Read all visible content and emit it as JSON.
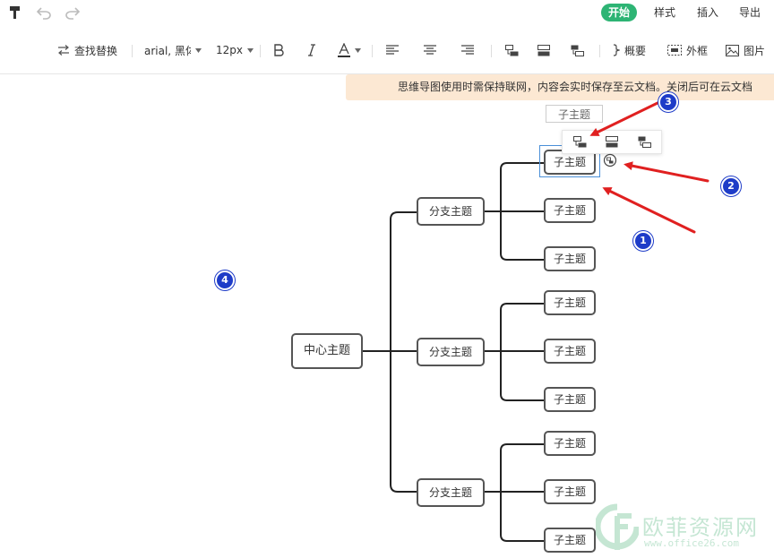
{
  "header": {
    "tabs": [
      {
        "label": "开始",
        "active": true
      },
      {
        "label": "样式",
        "active": false
      },
      {
        "label": "插入",
        "active": false
      },
      {
        "label": "导出",
        "active": false
      }
    ]
  },
  "toolbar": {
    "find_replace": "查找替换",
    "font": "arial, 黑体",
    "font_size": "12px",
    "summary": "概要",
    "outer_frame": "外框",
    "image": "图片"
  },
  "banner": {
    "text": "思维导图使用时需保持联网，内容会实时保存至云文档。关闭后可在云文档"
  },
  "mindmap": {
    "center": "中心主题",
    "branches": [
      {
        "label": "分支主题",
        "children": [
          "子主题",
          "子主题",
          "子主题"
        ]
      },
      {
        "label": "分支主题",
        "children": [
          "子主题",
          "子主题",
          "子主题"
        ]
      },
      {
        "label": "分支主题",
        "children": [
          "子主题",
          "子主题",
          "子主题"
        ]
      }
    ],
    "floating_label": "子主题"
  },
  "annotations": [
    "1",
    "2",
    "3",
    "4"
  ],
  "watermark": {
    "title": "欧菲资源网",
    "url": "www.office26.com"
  },
  "colors": {
    "accent": "#2db474",
    "banner_bg": "#fce8d3",
    "annotation_arrow": "#e02020",
    "annotation_badge": "#1e3cc8",
    "selection": "#4a8fd8"
  }
}
